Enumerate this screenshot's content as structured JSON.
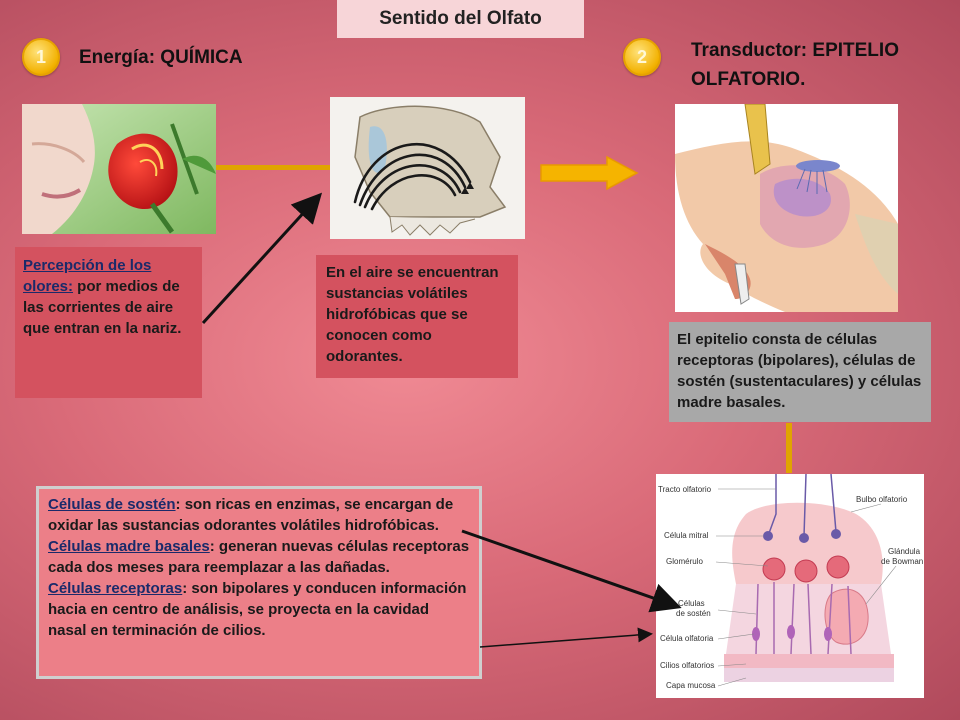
{
  "title": "Sentido del Olfato",
  "step1": {
    "badge": "1",
    "label": "Energía: QUÍMICA"
  },
  "step2": {
    "badge": "2",
    "line1": "Transductor: EPITELIO",
    "line2": "OLFATORIO."
  },
  "percepcion": {
    "term": "Percepción de los olores:",
    "text": " por medios de las corrientes de aire que entran en la nariz."
  },
  "aire": {
    "text": "En el aire se encuentran sustancias volátiles hidrofóbicas que se conocen como odorantes."
  },
  "epitelio": {
    "text": "El epitelio consta de células receptoras (bipolares), células de sostén (sustentaculares) y células madre basales."
  },
  "celulas": {
    "sosten_term": "Células de sostén",
    "sosten_text": ": son ricas en enzimas, se encargan de oxidar las sustancias odorantes volátiles hidrofóbicas.",
    "madre_term": "Células madre basales",
    "madre_text": ": generan nuevas células receptoras cada dos meses para reemplazar a las dañadas.",
    "receptoras_term": "Células receptoras",
    "receptoras_text": ": son bipolares y conducen información hacia en centro de análisis, se proyecta en la cavidad nasal en terminación de cilios."
  },
  "anatomy_labels": {
    "tracto": "Tracto olfatorio",
    "bulbo": "Bulbo olfatorio",
    "mitral": "Célula mitral",
    "glandula1": "Glándula",
    "glandula2": "de Bowman",
    "glomerulo": "Glomérulo",
    "sosten1": "Células",
    "sosten2": "de sostén",
    "olfatoria": "Célula olfatoria",
    "cilios": "Cilios olfatorios",
    "mucosa": "Capa mucosa"
  },
  "colors": {
    "accent": "#f2b100",
    "arrow": "#f5b400",
    "box_red": "#d4525f",
    "box_gray": "#a8a8a8"
  }
}
